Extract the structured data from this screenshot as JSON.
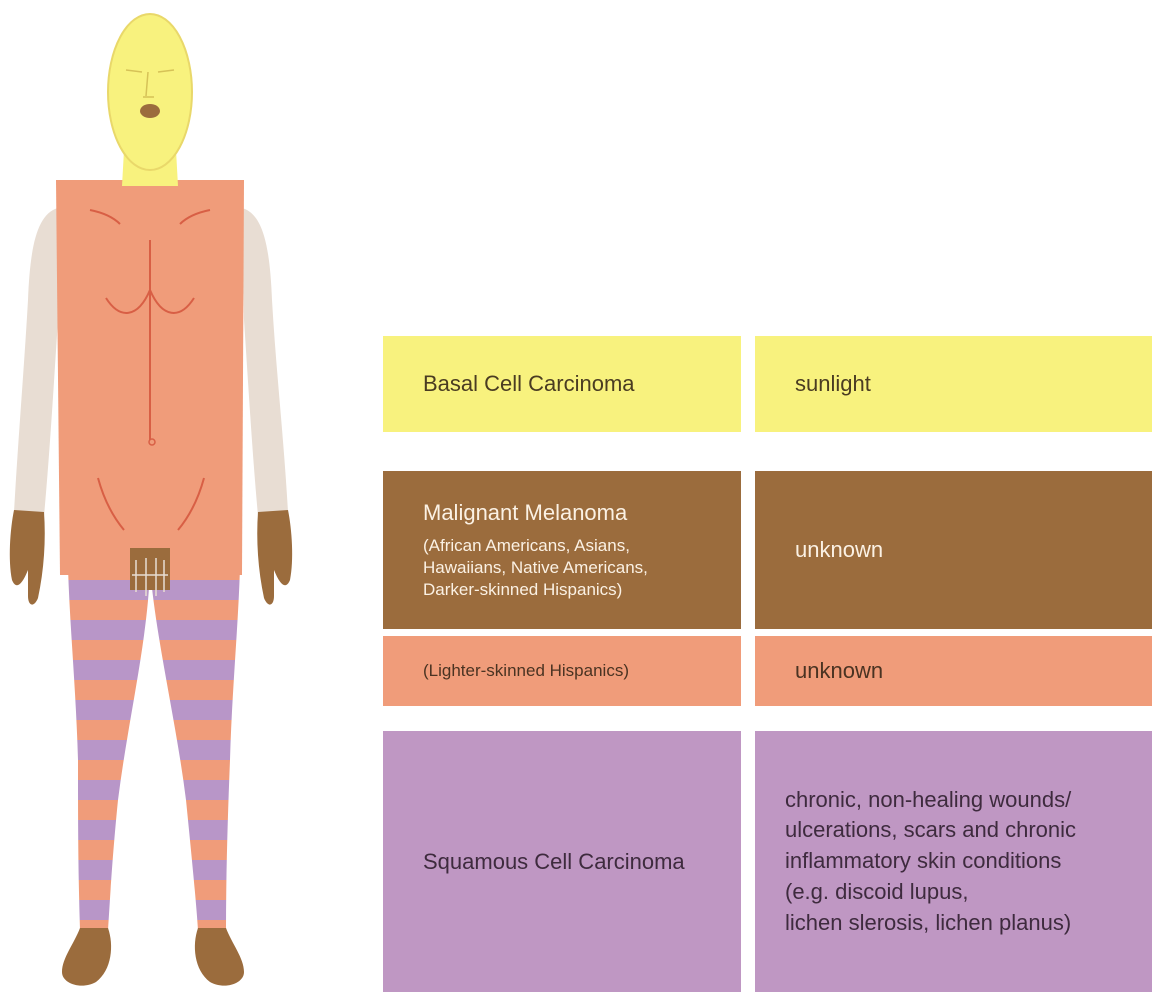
{
  "colors": {
    "basal": "#f8f27e",
    "melanoma_dark": "#9b6c3d",
    "melanoma_light": "#f09c7a",
    "squamous": "#bf97c3",
    "arm": "#e8ddd3"
  },
  "rows": {
    "basal": {
      "name": "Basal Cell Carcinoma",
      "risk": "sunlight"
    },
    "melanoma_dark": {
      "name": "Malignant Melanoma",
      "groups": [
        "(African Americans, Asians,",
        "Hawaiians, Native Americans,",
        "Darker-skinned Hispanics)"
      ],
      "risk": "unknown"
    },
    "melanoma_light": {
      "name": "(Lighter-skinned Hispanics)",
      "risk": "unknown"
    },
    "squamous": {
      "name": "Squamous Cell Carcinoma",
      "risk_lines": [
        "chronic, non-healing wounds/",
        "ulcerations, scars and chronic",
        "inflammatory skin conditions",
        "(e.g. discoid lupus,",
        "lichen slerosis, lichen planus)"
      ]
    }
  }
}
